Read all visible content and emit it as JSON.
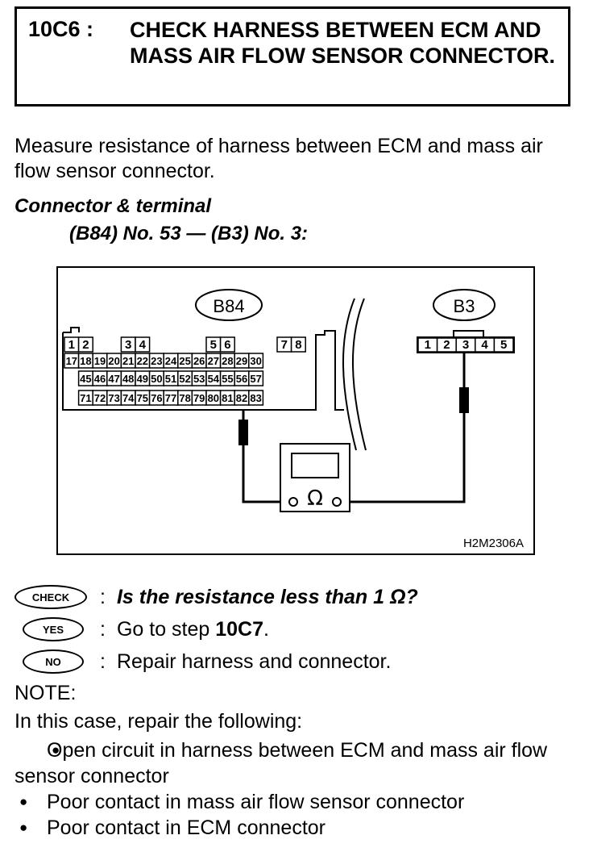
{
  "header": {
    "step_number": "10C6 :",
    "title": "CHECK HARNESS BETWEEN ECM AND MASS AIR FLOW SENSOR CONNECTOR."
  },
  "intro": "Measure resistance of harness between ECM and mass air flow sensor connector.",
  "connector": {
    "heading": "Connector & terminal",
    "spec": "(B84) No. 53 — (B3) No. 3:"
  },
  "diagram": {
    "ecm_label": "B84",
    "sensor_label": "B3",
    "meter_symbol": "Ω",
    "figure_code": "H2M2306A",
    "ecm_row1": [
      "1",
      "2",
      "3",
      "4",
      "5",
      "6",
      "7",
      "8"
    ],
    "ecm_row2": [
      "17",
      "18",
      "19",
      "20",
      "21",
      "22",
      "23",
      "24",
      "25",
      "26",
      "27",
      "28",
      "29",
      "30"
    ],
    "ecm_row3": [
      "45",
      "46",
      "47",
      "48",
      "49",
      "50",
      "51",
      "52",
      "53",
      "54",
      "55",
      "56",
      "57"
    ],
    "ecm_row4": [
      "71",
      "72",
      "73",
      "74",
      "75",
      "76",
      "77",
      "78",
      "79",
      "80",
      "81",
      "82",
      "83"
    ],
    "sensor_pins": [
      "1",
      "2",
      "3",
      "4",
      "5"
    ]
  },
  "check": {
    "check_badge": "CHECK",
    "question": "Is the resistance less than 1 Ω?",
    "yes_badge": "YES",
    "yes_text_prefix": "Go to step ",
    "yes_step": "10C7",
    "yes_text_suffix": ".",
    "no_badge": "NO",
    "no_text": "Repair harness and connector."
  },
  "note": {
    "heading": "NOTE:",
    "intro": "In this case, repair the following:",
    "items": [
      "Open circuit in harness between ECM and mass air flow sensor connector",
      "Poor contact in mass air flow sensor connector",
      "Poor contact in ECM connector"
    ]
  }
}
